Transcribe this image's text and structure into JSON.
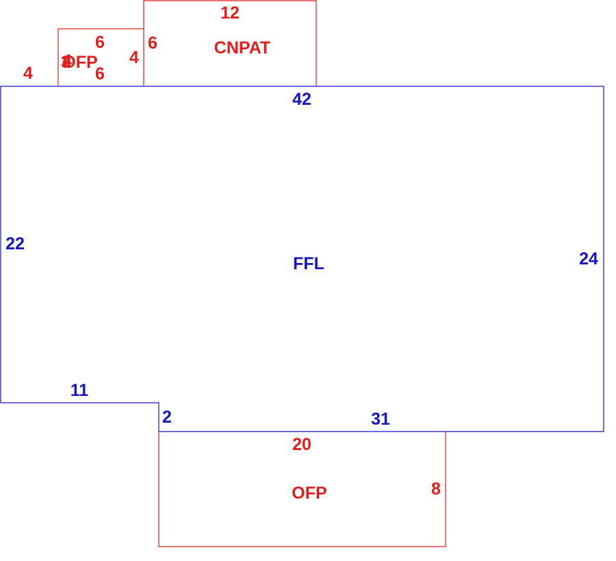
{
  "colors": {
    "main_area": "#1515c8",
    "sub_area": "#e31c1c",
    "background": "#ffffff"
  },
  "areas": {
    "main": {
      "code": "FFL",
      "dims": {
        "top": "42",
        "left": "22",
        "right": "24",
        "bottom_right": "31",
        "bottom_left": "11",
        "step": "2"
      }
    },
    "porch_bottom": {
      "code": "OFP",
      "dims": {
        "top": "20",
        "right": "8"
      }
    },
    "patio_top": {
      "code": "CNPAT",
      "dims": {
        "top": "12",
        "left": "6"
      }
    },
    "porch_small": {
      "code": "OFP",
      "dims": {
        "top": "6",
        "bottom": "6",
        "right": "4",
        "left": "4",
        "overlap_a": "4",
        "overlap_b": "3"
      }
    }
  }
}
